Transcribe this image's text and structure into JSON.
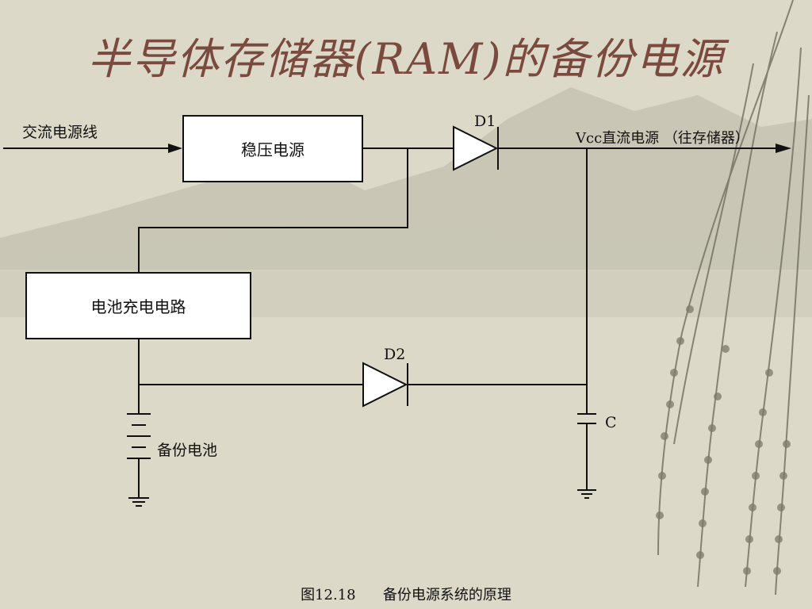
{
  "slide": {
    "title": "半导体存储器(RAM)的备份电源",
    "caption": "图12.18      备份电源系统的原理"
  },
  "diagram": {
    "ac_input_label": "交流电源线",
    "regulator_label": "稳压电源",
    "charger_label": "电池充电电路",
    "diode1_label": "D1",
    "diode2_label": "D2",
    "output_label": "Vcc直流电源 （往存储器）",
    "battery_label": "备份电池",
    "capacitor_label": "C"
  },
  "colors": {
    "background": "#d9d6c4",
    "title": "#7a4a3e",
    "wire": "#111111"
  }
}
